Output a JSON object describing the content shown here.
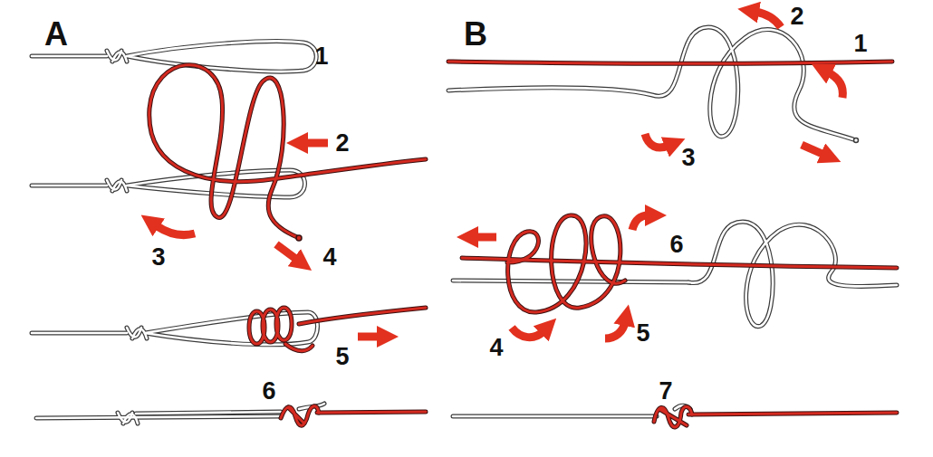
{
  "diagram": {
    "labels": [
      "A",
      "1",
      "2",
      "3",
      "4",
      "5",
      "6",
      "B",
      "1",
      "2",
      "3",
      "6",
      "4",
      "5",
      "7"
    ]
  }
}
